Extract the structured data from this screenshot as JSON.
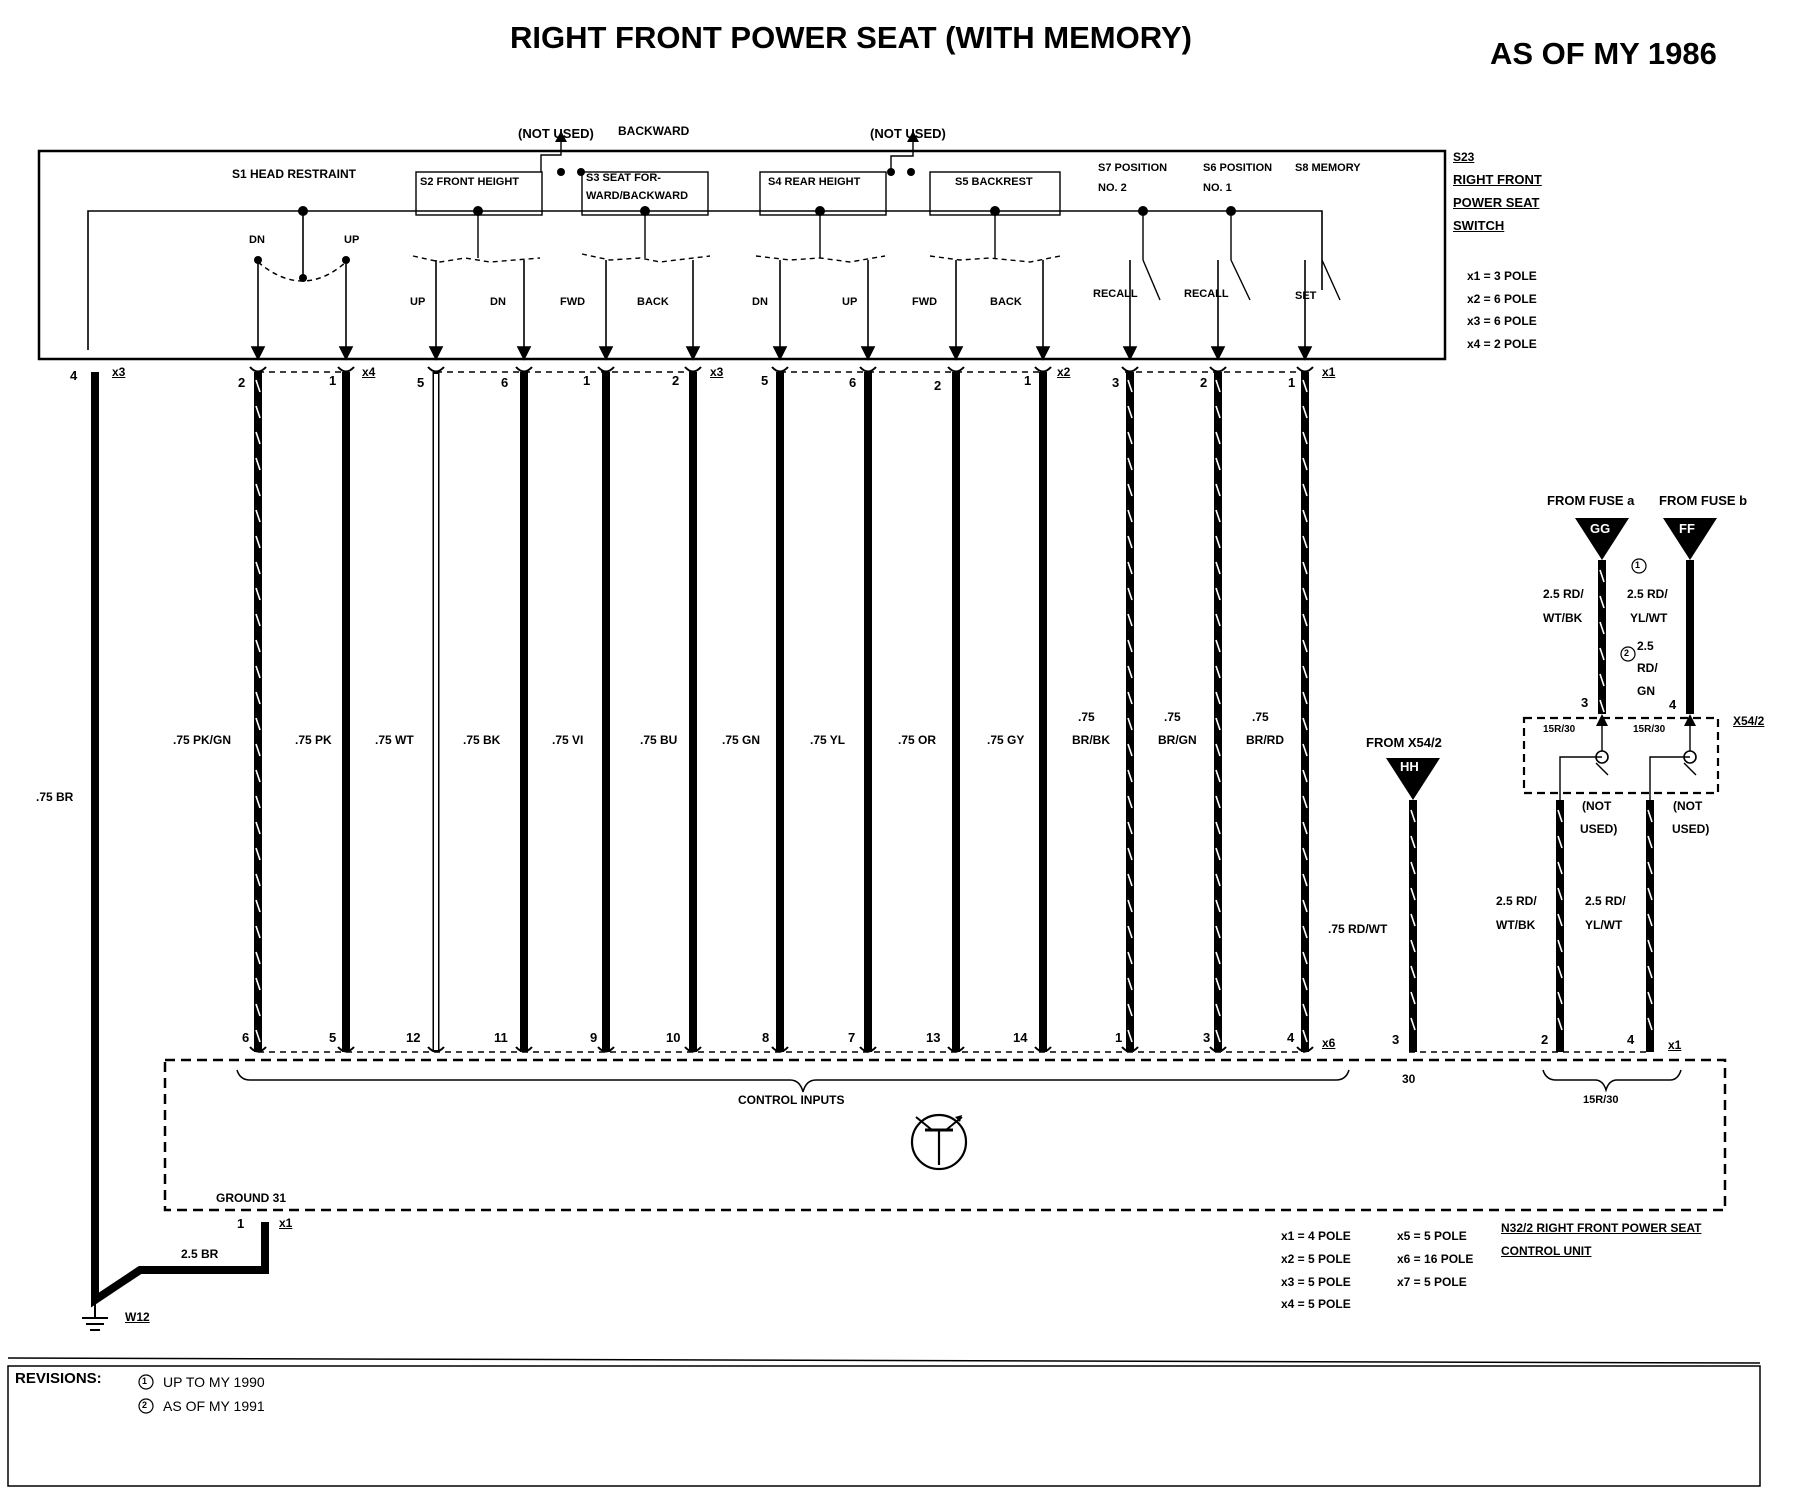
{
  "title": "RIGHT FRONT POWER SEAT (WITH MEMORY)",
  "model_year": "AS OF MY 1986",
  "switch": {
    "id": "S23",
    "name": [
      "RIGHT FRONT",
      "POWER SEAT",
      "SWITCH"
    ],
    "not_used_1": "(NOT USED)",
    "backward": "BACKWARD",
    "not_used_2": "(NOT USED)",
    "poles": [
      "x1 = 3 POLE",
      "x2 = 6 POLE",
      "x3 = 6 POLE",
      "x4 = 2 POLE"
    ],
    "sub_switches": {
      "s1": "S1 HEAD RESTRAINT",
      "s2": "S2 FRONT HEIGHT",
      "s3a": "S3 SEAT FOR-",
      "s3b": "WARD/BACKWARD",
      "s4": "S4 REAR HEIGHT",
      "s5": "S5 BACKREST",
      "s7a": "S7 POSITION",
      "s7b": "NO. 2",
      "s6a": "S6 POSITION",
      "s6b": "NO. 1",
      "s8": "S8 MEMORY"
    },
    "contacts": {
      "dn1": "DN",
      "up1": "UP",
      "up2": "UP",
      "dn2": "DN",
      "fwd1": "FWD",
      "back1": "BACK",
      "dn3": "DN",
      "up3": "UP",
      "fwd2": "FWD",
      "back2": "BACK",
      "recall1": "RECALL",
      "recall2": "RECALL",
      "set": "SET"
    },
    "connectors": {
      "c1": "x3",
      "c2": "x4",
      "c3": "x3",
      "c4": "x2",
      "c5": "x1"
    }
  },
  "top_pins": [
    "4",
    "2",
    "1",
    "5",
    "6",
    "1",
    "2",
    "5",
    "6",
    "2",
    "1",
    "3",
    "2",
    "1"
  ],
  "bottom_pins": [
    "6",
    "5",
    "12",
    "11",
    "9",
    "10",
    "8",
    "7",
    "13",
    "14",
    "1",
    "3",
    "4"
  ],
  "wires": [
    {
      "label": ".75 BR",
      "color": "brown"
    },
    {
      "label": ".75 PK/GN",
      "color": "pink/green"
    },
    {
      "label": ".75 PK",
      "color": "pink"
    },
    {
      "label": ".75 WT",
      "color": "white"
    },
    {
      "label": ".75 BK",
      "color": "black"
    },
    {
      "label": ".75 VI",
      "color": "violet"
    },
    {
      "label": ".75 BU",
      "color": "blue"
    },
    {
      "label": ".75 GN",
      "color": "green"
    },
    {
      "label": ".75 YL",
      "color": "yellow"
    },
    {
      "label": ".75 OR",
      "color": "orange"
    },
    {
      "label": ".75 GY",
      "color": "grey"
    },
    {
      "label": ".75",
      "label2": "BR/BK"
    },
    {
      "label": ".75",
      "label2": "BR/GN"
    },
    {
      "label": ".75",
      "label2": "BR/RD"
    }
  ],
  "x6_label": "x6",
  "from_x54": {
    "label": "FROM X54/2",
    "connector": "HH",
    "wire": ".75 RD/WT",
    "pin": "3",
    "pin_label": "30"
  },
  "fuses": {
    "fuse_a": "FROM FUSE a",
    "fuse_b": "FROM FUSE b",
    "gg": "GG",
    "ff": "FF",
    "wire_a_1": "2.5 RD/",
    "wire_a_2": "WT/BK",
    "wire_b_1": "2.5 RD/",
    "wire_b_2": "YL/WT",
    "rev2_1": "2.5",
    "rev2_2": "RD/",
    "rev2_3": "GN"
  },
  "x54_2": {
    "id": "X54/2",
    "pin3": "3",
    "pin4": "4",
    "t1": "15R/30",
    "t2": "15R/30",
    "nu1a": "(NOT",
    "nu1b": "USED)",
    "nu2a": "(NOT",
    "nu2b": "USED)"
  },
  "lower_wires": {
    "a1": "2.5 RD/",
    "a2": "WT/BK",
    "b1": "2.5 RD/",
    "b2": "YL/WT",
    "pin_a": "2",
    "pin_b": "4",
    "conn": "x1",
    "bus": "15R/30"
  },
  "control_unit": {
    "inputs_label": "CONTROL INPUTS",
    "ground": "GROUND 31",
    "ground_pin": "1",
    "ground_conn": "x1",
    "ground_wire": "2.5 BR",
    "ground_point": "W12",
    "name1": "N32/2 RIGHT FRONT POWER SEAT",
    "name2": "CONTROL UNIT",
    "poles_col1": [
      "x1 = 4 POLE",
      "x2 = 5 POLE",
      "x3 = 5 POLE",
      "x4 = 5 POLE"
    ],
    "poles_col2": [
      "x5 = 5 POLE",
      "x6 = 16 POLE",
      "x7 = 5 POLE"
    ]
  },
  "revisions": {
    "label": "REVISIONS:",
    "items": [
      "UP TO MY 1990",
      "AS OF MY 1991"
    ],
    "marks": [
      "1",
      "2"
    ]
  }
}
